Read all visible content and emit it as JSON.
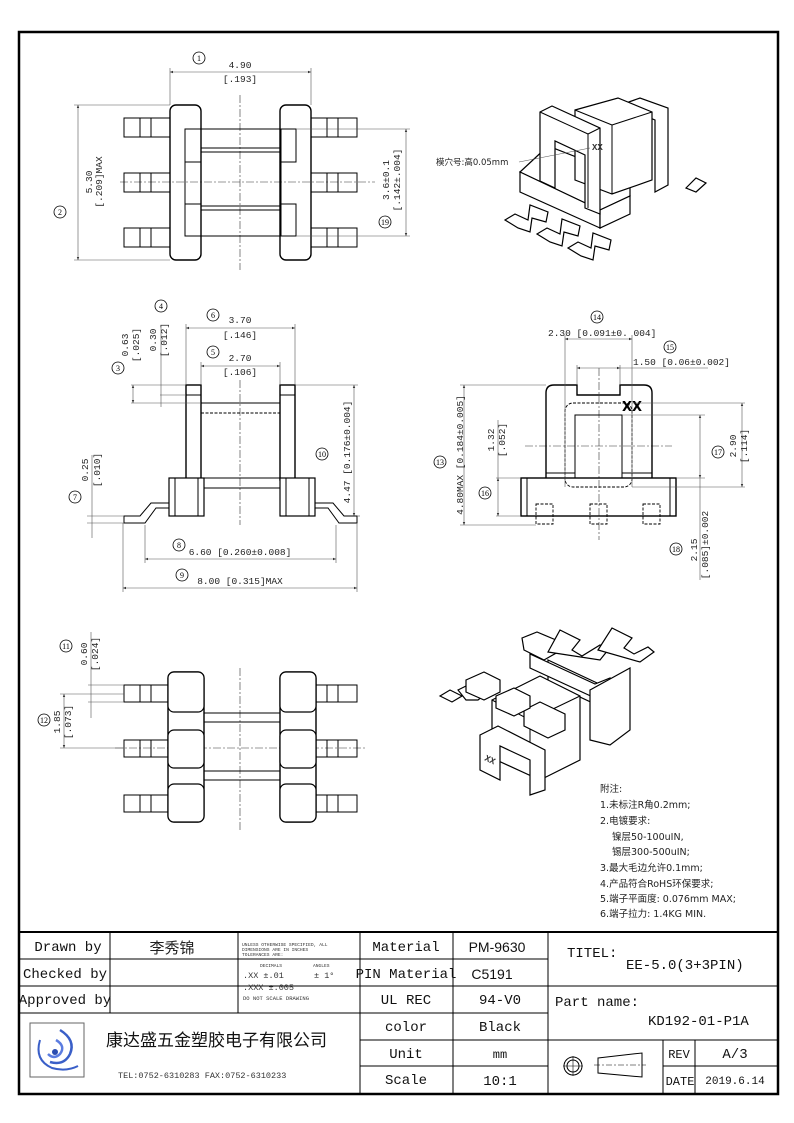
{
  "top_view": {
    "balloon_a": "1",
    "width": "4.90",
    "width_in": "[.193]",
    "balloon_b": "2",
    "height": "5.30",
    "height_in": "[.209]MAX",
    "balloon_c": "19",
    "pitch": "3.6±0.1",
    "pitch_in": "[.142±.004]"
  },
  "side_view": {
    "balloon_3": "3",
    "d3": "0.63",
    "d3_in": "[.025]",
    "balloon_4": "4",
    "d4": "0.30",
    "d4_in": "[.012]",
    "balloon_5": "5",
    "d5": "2.70",
    "d5_in": "[.106]",
    "balloon_6": "6",
    "d6": "3.70",
    "d6_in": "[.146]",
    "balloon_7": "7",
    "d7": "0.25",
    "d7_in": "[.010]",
    "balloon_8": "8",
    "d8": "6.60 [0.260±0.008]",
    "balloon_9": "9",
    "d9": "8.00 [0.315]MAX",
    "balloon_10": "10",
    "d10": "4.47 [0.176±0.004]"
  },
  "front_view": {
    "balloon_13": "13",
    "d13": "4.80MAX [0.184±0.005]",
    "balloon_14": "14",
    "d14": "2.30 [0.091±0. 004]",
    "balloon_15": "15",
    "d15": "1.50 [0.06±0.002]",
    "balloon_16": "16",
    "d16": "1.32",
    "d16_in": "[.052]",
    "balloon_17": "17",
    "d17": "2.90",
    "d17_in": "[.114]",
    "balloon_18": "18",
    "d18": "2.15",
    "d18_in": "[.085]±0.002",
    "mark": "XX"
  },
  "bottom_view": {
    "balloon_11": "11",
    "d11": "0.60",
    "d11_in": "[.024]",
    "balloon_12": "12",
    "d12": "1.85",
    "d12_in": "[.073]"
  },
  "iso_view": {
    "callout": "模穴号:高0.05mm",
    "mark": "XX"
  },
  "notes": {
    "heading": "附注:",
    "lines": [
      "1.未标注R角0.2mm;",
      "2.电镀要求:",
      "  镍层50-100uIN,",
      "  锡层300-500uIN;",
      "3.最大毛边允许0.1mm;",
      "4.产品符合RoHS环保要求;",
      "5.端子平面度: 0.076mm  MAX;",
      "6.端子拉力: 1.4KG MIN."
    ]
  },
  "title_block": {
    "drawn_by_label": "Drawn by",
    "drawn_by": "李秀锦",
    "checked_by_label": "Checked by",
    "checked_by": "",
    "approved_by_label": "Approved by",
    "approved_by": "",
    "tolerance": {
      "line1": "UNLESS OTHERWISE SPECIFIED, ALL",
      "line2": "DIMENSIONS ARE IN INCHES",
      "line3": "TOLERANCES ARE:",
      "decimals": "DECIMALS",
      "angles": "ANGLES",
      "xx": ".XX  ±.01",
      "angle_tol": "± 1°",
      "xxx": ".XXX ±.005",
      "no_scale": "DO NOT SCALE DRAWING"
    },
    "company": "康达盛五金塑胶电子有限公司",
    "contact": "TEL:0752-6310283  FAX:0752-6310233",
    "material_label": "Material",
    "material": "PM-9630",
    "pin_material_label": "PIN Material",
    "pin_material": "C5191",
    "ul_label": "UL  REC",
    "ul": "94-V0",
    "color_label": "color",
    "color": "Black",
    "unit_label": "Unit",
    "unit": "mm",
    "scale_label": "Scale",
    "scale": "10:1",
    "title_label": "TITEL:",
    "title": "EE-5.0(3+3PIN)",
    "part_name_label": "Part name:",
    "part_name": "KD192-01-P1A",
    "rev_label": "REV",
    "rev": "A/3",
    "date_label": "DATE",
    "date": "2019.6.14",
    "logo_color": "#3a5fc8"
  }
}
